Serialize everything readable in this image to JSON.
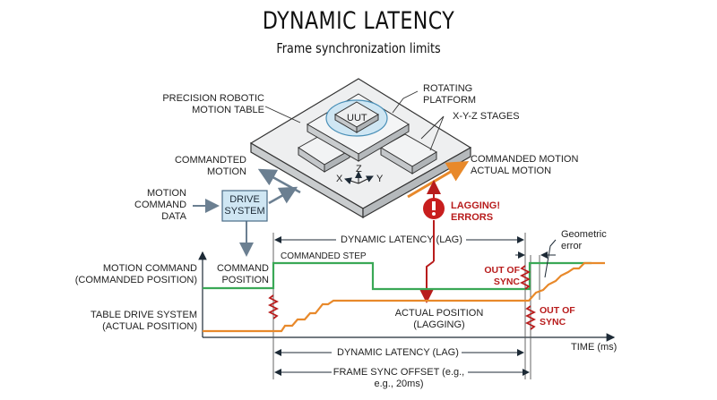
{
  "header": {
    "title": "DYNAMIC LATENCY",
    "subtitle": "Frame synchronization limits"
  },
  "hardware": {
    "precision_table": [
      "PRECISION ROBOTIC",
      "MOTION TABLE"
    ],
    "rotating_platform": [
      "ROTATING",
      "PLATFORM"
    ],
    "xyz_stages": "X-Y-Z STAGES",
    "uut": "UUT",
    "axes": {
      "x": "X",
      "y": "Y",
      "z": "Z"
    },
    "commanded_motion_left": [
      "COMMANDTED",
      "MOTION"
    ],
    "commanded_actual_right": [
      "COMMANDED MOTION",
      "ACTUAL MOTION"
    ],
    "motion_command_data": [
      "MOTION",
      "COMMAND",
      "DATA"
    ],
    "drive_system": [
      "DRIVE",
      "SYSTEM"
    ],
    "warning": [
      "LAGGING!",
      "ERRORS"
    ]
  },
  "timing": {
    "row_motion_command": [
      "MOTION COMMAND",
      "(COMMANDED POSITION)"
    ],
    "row_table_drive": [
      "TABLE DRIVE SYSTEM",
      "(ACTUAL POSITION)"
    ],
    "command_position": [
      "COMMAND",
      "POSITION"
    ],
    "commanded_step": "COMMANDED STEP",
    "dynamic_latency_top": "DYNAMIC LATENCY (LAG)",
    "actual_position": [
      "ACTUAL POSITION",
      "(LAGGING)"
    ],
    "out_of_sync_1": [
      "OUT OF",
      "SYNC"
    ],
    "out_of_sync_2": [
      "OUT OF",
      "SYNC"
    ],
    "geometric_error": [
      "Geometric",
      "error"
    ],
    "time_axis": "TIME (ms)",
    "dynamic_latency_bottom": "DYNAMIC LATENCY (LAG)",
    "frame_sync_offset": [
      "FRAME SYNC OFFSET (e.g.,",
      "e.g., 20ms)"
    ]
  },
  "colors": {
    "commanded": "#3aa856",
    "actual": "#e8892b",
    "error": "#b81c1c",
    "drive_box": "#cfe6f3",
    "arrow_gray": "#6b7f91"
  }
}
